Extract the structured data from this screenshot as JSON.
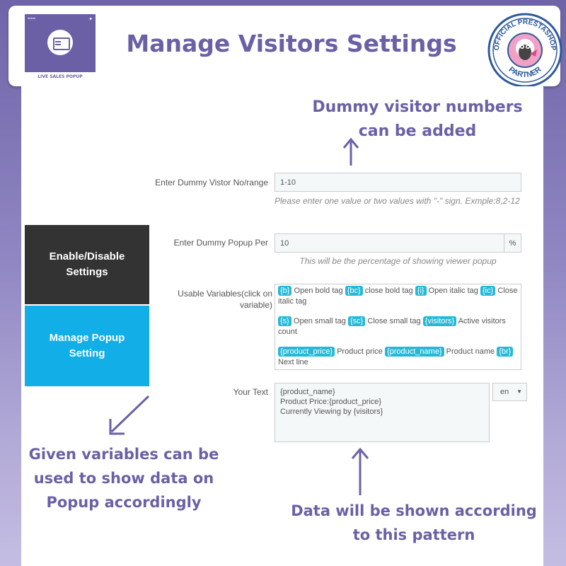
{
  "header": {
    "title": "Manage Visitors Settings",
    "logo_label": "LIVE SALES POPUP",
    "badge": {
      "line_top": "OFFICIAL PRESTASHOP",
      "line_bottom": "PARTNER"
    }
  },
  "callouts": {
    "top": "Dummy visitor numbers can be added",
    "left": "Given variables can be used to show data on Popup accordingly",
    "bottom": "Data will be shown according to this pattern"
  },
  "side_tabs": [
    {
      "label": "Enable/Disable Settings"
    },
    {
      "label": "Manage Popup Setting"
    }
  ],
  "form": {
    "dummy_visitor": {
      "label": "Enter Dummy Vistor No/range",
      "value": "1-10",
      "help": "Please enter one value or two values with \"-\" sign. Exmple:8,2-12"
    },
    "dummy_popup": {
      "label": "Enter Dummy Popup Per",
      "value": "10",
      "suffix": "%",
      "help": "This will be the percentage of showing viewer popup"
    },
    "usable_variables": {
      "label": "Usable Variables(click on variable)",
      "items": [
        {
          "tag": "{b}",
          "desc": "Open bold tag"
        },
        {
          "tag": "{bc}",
          "desc": "close bold tag"
        },
        {
          "tag": "{i}",
          "desc": "Open italic tag"
        },
        {
          "tag": "{ic}",
          "desc": "Close italic tag"
        },
        {
          "tag": "{s}",
          "desc": "Open small tag"
        },
        {
          "tag": "{sc}",
          "desc": "Close small tag"
        },
        {
          "tag": "{visitors}",
          "desc": "Active visitors count"
        },
        {
          "tag": "{product_price}",
          "desc": "Product price"
        },
        {
          "tag": "{product_name}",
          "desc": "Product name"
        },
        {
          "tag": "{br}",
          "desc": "Next line"
        }
      ]
    },
    "your_text": {
      "label": "Your Text",
      "value": "{product_name}\nProduct Price:{product_price}\nCurrently Viewing  by {visitors}",
      "language": "en"
    }
  },
  "colors": {
    "accent_purple": "#6b60a6",
    "tag_blue": "#25b9d7",
    "tab_dark": "#333333",
    "tab_active": "#12aee8"
  }
}
